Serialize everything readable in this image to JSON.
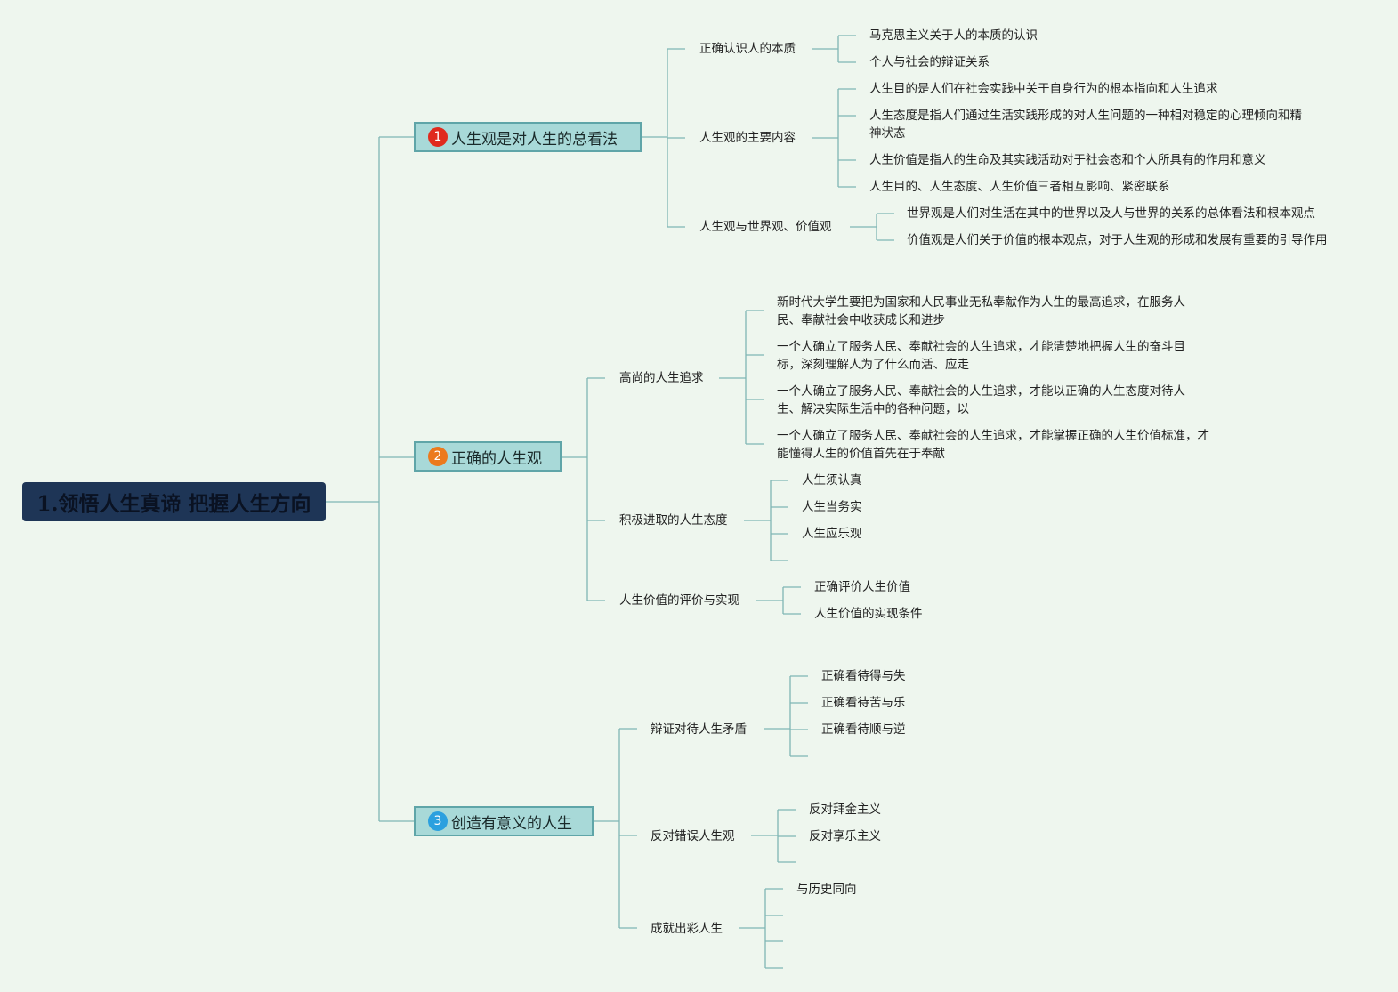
{
  "root": {
    "title": "1.领悟人生真谛 把握人生方向"
  },
  "colors": {
    "badge1": "#e02a1e",
    "badge2": "#ec7a1d",
    "badge3": "#2ba0df",
    "line": "#7fb6b4"
  },
  "b1": {
    "badge": "1",
    "title": "人生观是对人生的总看法",
    "c1": {
      "label": "正确认识人的本质",
      "items": [
        "马克思主义关于人的本质的认识",
        "个人与社会的辩证关系"
      ]
    },
    "c2": {
      "label": "人生观的主要内容",
      "items": [
        "人生目的是人们在社会实践中关于自身行为的根本指向和人生追求",
        "人生态度是指人们通过生活实践形成的对人生问题的一种相对稳定的心理倾向和精神状态",
        "人生价值是指人的生命及其实践活动对于社会态和个人所具有的作用和意义",
        "人生目的、人生态度、人生价值三者相互影响、紧密联系"
      ]
    },
    "c3": {
      "label": "人生观与世界观、价值观",
      "items": [
        "世界观是人们对生活在其中的世界以及人与世界的关系的总体看法和根本观点",
        "价值观是人们关于价值的根本观点，对于人生观的形成和发展有重要的引导作用"
      ]
    }
  },
  "b2": {
    "badge": "2",
    "title": "正确的人生观",
    "c1": {
      "label": "高尚的人生追求",
      "items": [
        "新时代大学生要把为国家和人民事业无私奉献作为人生的最高追求，在服务人民、奉献社会中收获成长和进步",
        "一个人确立了服务人民、奉献社会的人生追求，才能清楚地把握人生的奋斗目标，深刻理解人为了什么而活、应走",
        "一个人确立了服务人民、奉献社会的人生追求，才能以正确的人生态度对待人生、解决实际生活中的各种问题，以",
        "一个人确立了服务人民、奉献社会的人生追求，才能掌握正确的人生价值标准，才能懂得人生的价值首先在于奉献"
      ]
    },
    "c2": {
      "label": "积极进取的人生态度",
      "items": [
        "人生须认真",
        "人生当务实",
        "人生应乐观"
      ]
    },
    "c3": {
      "label": "人生价值的评价与实现",
      "items": [
        "正确评价人生价值",
        "人生价值的实现条件"
      ]
    }
  },
  "b3": {
    "badge": "3",
    "title": "创造有意义的人生",
    "c1": {
      "label": "辩证对待人生矛盾",
      "items": [
        "正确看待得与失",
        "正确看待苦与乐",
        "正确看待顺与逆"
      ]
    },
    "c2": {
      "label": "反对错误人生观",
      "items": [
        "反对拜金主义",
        "反对享乐主义"
      ]
    },
    "c3": {
      "label": "成就出彩人生",
      "items": [
        "与历史同向"
      ]
    }
  }
}
